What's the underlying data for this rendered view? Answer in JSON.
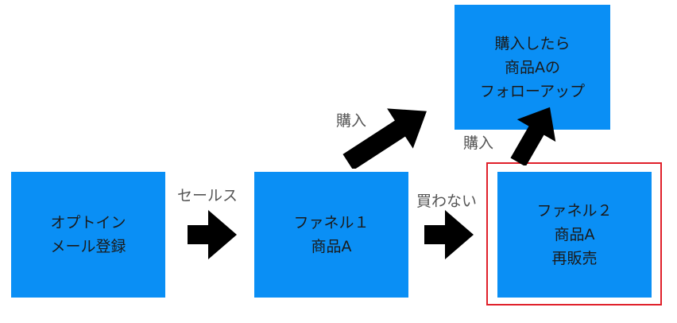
{
  "colors": {
    "box_fill": "#0a8ff5",
    "arrow": "#000000",
    "highlight_border": "#e0202a",
    "label_text": "#555555"
  },
  "nodes": {
    "optin": {
      "lines": [
        "オプトイン",
        "メール登録"
      ]
    },
    "funnel1": {
      "lines": [
        "ファネル１",
        "商品A"
      ]
    },
    "followup": {
      "lines": [
        "購入したら",
        "商品Aの",
        "フォローアップ"
      ]
    },
    "funnel2": {
      "lines": [
        "ファネル２",
        "商品A",
        "再販売"
      ]
    }
  },
  "edges": {
    "sales": {
      "label": "セールス"
    },
    "purchase1": {
      "label": "購入"
    },
    "no_purchase": {
      "label": "買わない"
    },
    "purchase2": {
      "label": "購入"
    }
  }
}
